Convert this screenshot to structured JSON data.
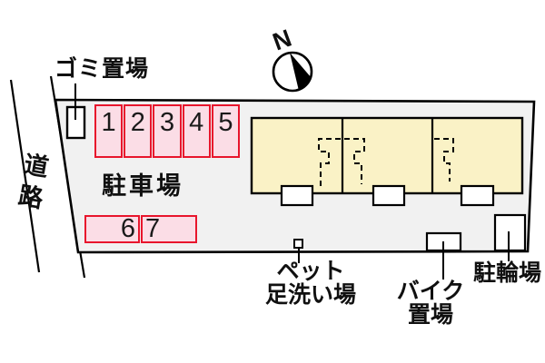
{
  "plan": {
    "labels": {
      "garbage": "ゴミ置場",
      "road": "道路",
      "parking_lot": "駐車場",
      "pet_wash_line1": "ペット",
      "pet_wash_line2": "足洗い場",
      "bike_line1": "バイク",
      "bike_line2": "置場",
      "bicycle": "駐輪場",
      "north": "N"
    },
    "parking": {
      "row1": [
        "1",
        "2",
        "3",
        "4",
        "5"
      ],
      "row2": [
        "6",
        "7"
      ]
    },
    "colors": {
      "parcel_fill": "#f1f1f1",
      "stall_fill": "#fbdde6",
      "stall_border": "#e8152c",
      "building_fill": "#faf2c6",
      "outline": "#000000",
      "background": "#ffffff"
    }
  }
}
